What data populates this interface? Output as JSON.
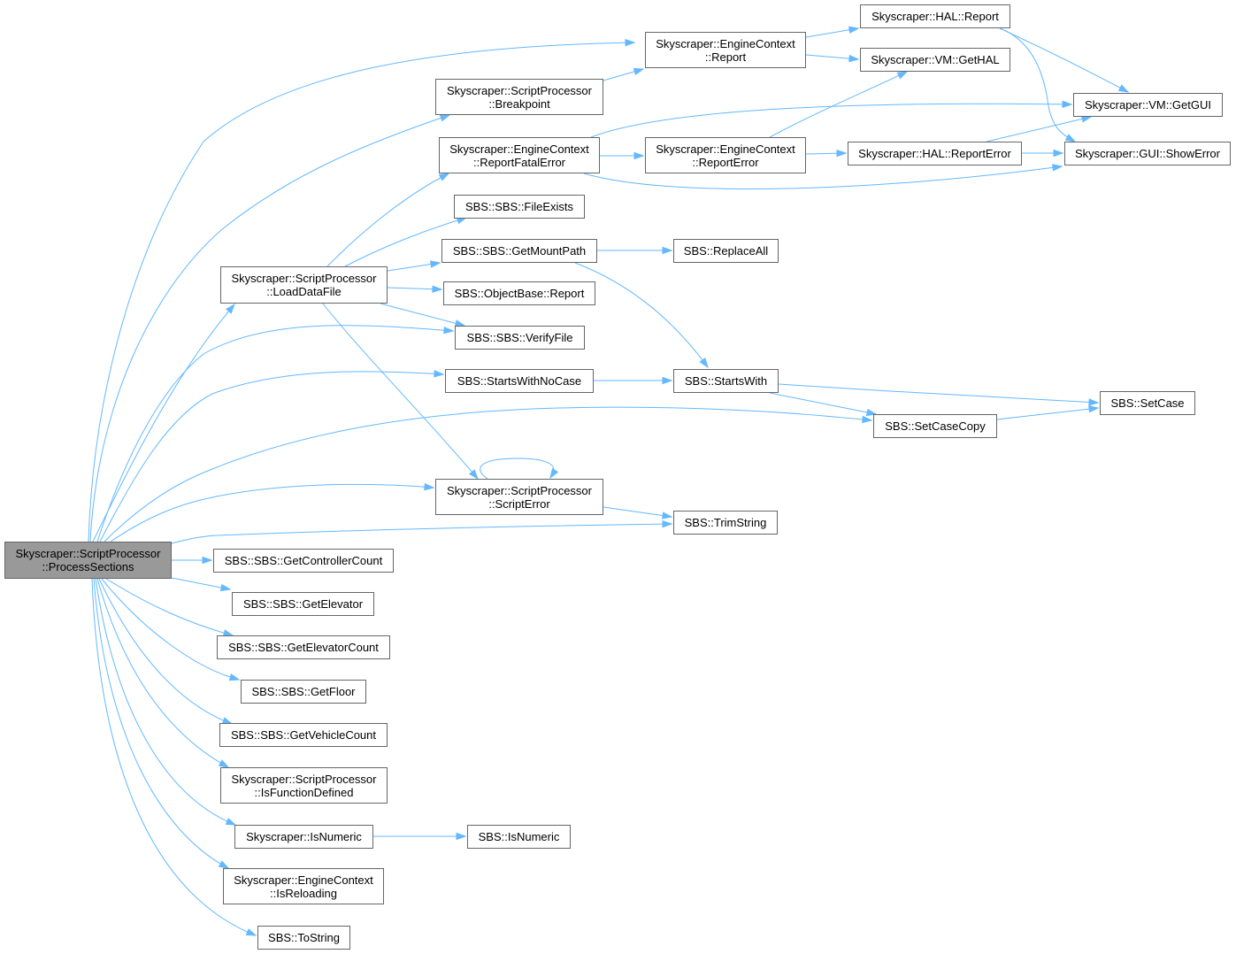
{
  "nodes": {
    "process_sections": [
      "Skyscraper::ScriptProcessor",
      "::ProcessSections"
    ],
    "engine_report": [
      "Skyscraper::EngineContext",
      "::Report"
    ],
    "hal_report": [
      "Skyscraper::HAL::Report"
    ],
    "vm_gethal": [
      "Skyscraper::VM::GetHAL"
    ],
    "breakpoint": [
      "Skyscraper::ScriptProcessor",
      "::Breakpoint"
    ],
    "vm_getgui": [
      "Skyscraper::VM::GetGUI"
    ],
    "report_fatal_error": [
      "Skyscraper::EngineContext",
      "::ReportFatalError"
    ],
    "engine_report_error": [
      "Skyscraper::EngineContext",
      "::ReportError"
    ],
    "hal_report_error": [
      "Skyscraper::HAL::ReportError"
    ],
    "gui_show_error": [
      "Skyscraper::GUI::ShowError"
    ],
    "file_exists": [
      "SBS::SBS::FileExists"
    ],
    "get_mount_path": [
      "SBS::SBS::GetMountPath"
    ],
    "replace_all": [
      "SBS::ReplaceAll"
    ],
    "load_data_file": [
      "Skyscraper::ScriptProcessor",
      "::LoadDataFile"
    ],
    "object_base_report": [
      "SBS::ObjectBase::Report"
    ],
    "verify_file": [
      "SBS::SBS::VerifyFile"
    ],
    "starts_with_no_case": [
      "SBS::StartsWithNoCase"
    ],
    "starts_with": [
      "SBS::StartsWith"
    ],
    "set_case": [
      "SBS::SetCase"
    ],
    "set_case_copy": [
      "SBS::SetCaseCopy"
    ],
    "script_error": [
      "Skyscraper::ScriptProcessor",
      "::ScriptError"
    ],
    "trim_string": [
      "SBS::TrimString"
    ],
    "get_controller_count": [
      "SBS::SBS::GetControllerCount"
    ],
    "get_elevator": [
      "SBS::SBS::GetElevator"
    ],
    "get_elevator_count": [
      "SBS::SBS::GetElevatorCount"
    ],
    "get_floor": [
      "SBS::SBS::GetFloor"
    ],
    "get_vehicle_count": [
      "SBS::SBS::GetVehicleCount"
    ],
    "is_function_defined": [
      "Skyscraper::ScriptProcessor",
      "::IsFunctionDefined"
    ],
    "skyscraper_is_numeric": [
      "Skyscraper::IsNumeric"
    ],
    "sbs_is_numeric": [
      "SBS::IsNumeric"
    ],
    "is_reloading": [
      "Skyscraper::EngineContext",
      "::IsReloading"
    ],
    "to_string": [
      "SBS::ToString"
    ]
  },
  "edges": [
    [
      "process_sections",
      "engine_report"
    ],
    [
      "process_sections",
      "breakpoint"
    ],
    [
      "process_sections",
      "load_data_file"
    ],
    [
      "process_sections",
      "verify_file"
    ],
    [
      "process_sections",
      "starts_with_no_case"
    ],
    [
      "process_sections",
      "set_case_copy"
    ],
    [
      "process_sections",
      "script_error"
    ],
    [
      "process_sections",
      "trim_string"
    ],
    [
      "process_sections",
      "get_controller_count"
    ],
    [
      "process_sections",
      "get_elevator"
    ],
    [
      "process_sections",
      "get_elevator_count"
    ],
    [
      "process_sections",
      "get_floor"
    ],
    [
      "process_sections",
      "get_vehicle_count"
    ],
    [
      "process_sections",
      "is_function_defined"
    ],
    [
      "process_sections",
      "skyscraper_is_numeric"
    ],
    [
      "process_sections",
      "is_reloading"
    ],
    [
      "process_sections",
      "to_string"
    ],
    [
      "breakpoint",
      "engine_report"
    ],
    [
      "engine_report",
      "hal_report"
    ],
    [
      "engine_report",
      "vm_gethal"
    ],
    [
      "hal_report",
      "vm_getgui"
    ],
    [
      "hal_report",
      "gui_show_error"
    ],
    [
      "load_data_file",
      "report_fatal_error"
    ],
    [
      "load_data_file",
      "file_exists"
    ],
    [
      "load_data_file",
      "get_mount_path"
    ],
    [
      "load_data_file",
      "object_base_report"
    ],
    [
      "load_data_file",
      "verify_file"
    ],
    [
      "load_data_file",
      "script_error"
    ],
    [
      "report_fatal_error",
      "vm_getgui"
    ],
    [
      "report_fatal_error",
      "engine_report_error"
    ],
    [
      "report_fatal_error",
      "gui_show_error"
    ],
    [
      "engine_report_error",
      "vm_gethal"
    ],
    [
      "engine_report_error",
      "hal_report_error"
    ],
    [
      "hal_report_error",
      "vm_getgui"
    ],
    [
      "hal_report_error",
      "gui_show_error"
    ],
    [
      "get_mount_path",
      "replace_all"
    ],
    [
      "get_mount_path",
      "starts_with"
    ],
    [
      "starts_with_no_case",
      "starts_with"
    ],
    [
      "starts_with",
      "set_case"
    ],
    [
      "starts_with",
      "set_case_copy"
    ],
    [
      "set_case_copy",
      "set_case"
    ],
    [
      "script_error",
      "script_error"
    ],
    [
      "script_error",
      "trim_string"
    ],
    [
      "skyscraper_is_numeric",
      "sbs_is_numeric"
    ]
  ],
  "colors": {
    "edge": "#63b8ff",
    "node_border": "#666666",
    "root_fill": "#999999",
    "node_fill": "#ffffff"
  }
}
